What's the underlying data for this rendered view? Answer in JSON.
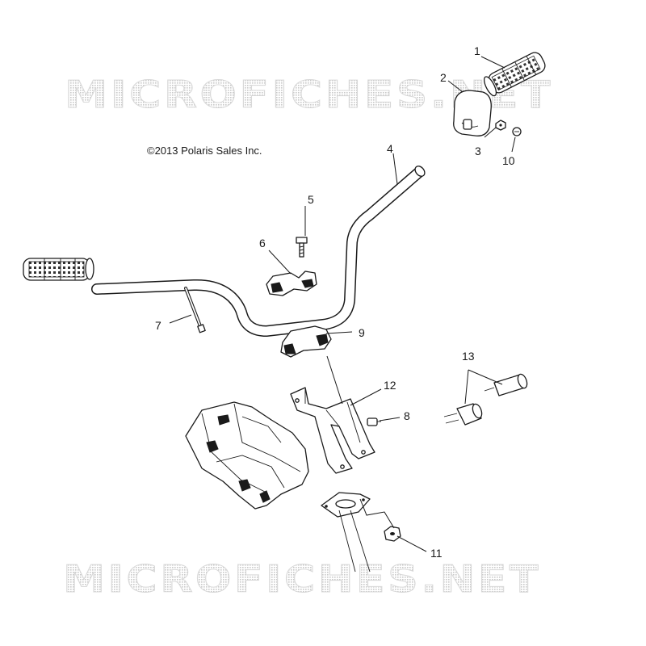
{
  "watermark": {
    "text_top": "MICROFICHES.NET",
    "text_bottom": "MICROFICHES.NET"
  },
  "copyright": "©2013 Polaris Sales Inc.",
  "callouts": {
    "c1": "1",
    "c2": "2",
    "c3": "3",
    "c4": "4",
    "c5": "5",
    "c6": "6",
    "c7": "7",
    "c8": "8",
    "c9": "9",
    "c10": "10",
    "c11": "11",
    "c12": "12",
    "c13": "13"
  },
  "icons": {
    "grip_right": "grip-icon",
    "grip_left": "grip-icon",
    "throttle": "throttle-housing-icon",
    "handlebar": "handlebar-icon",
    "bolt": "bolt-icon",
    "clamp_upper": "clamp-icon",
    "clamp_lower": "clamp-icon",
    "wire_tie": "wire-tie-icon",
    "bracket": "bracket-icon",
    "pod": "pod-cover-icon",
    "switches": "switch-icon"
  }
}
